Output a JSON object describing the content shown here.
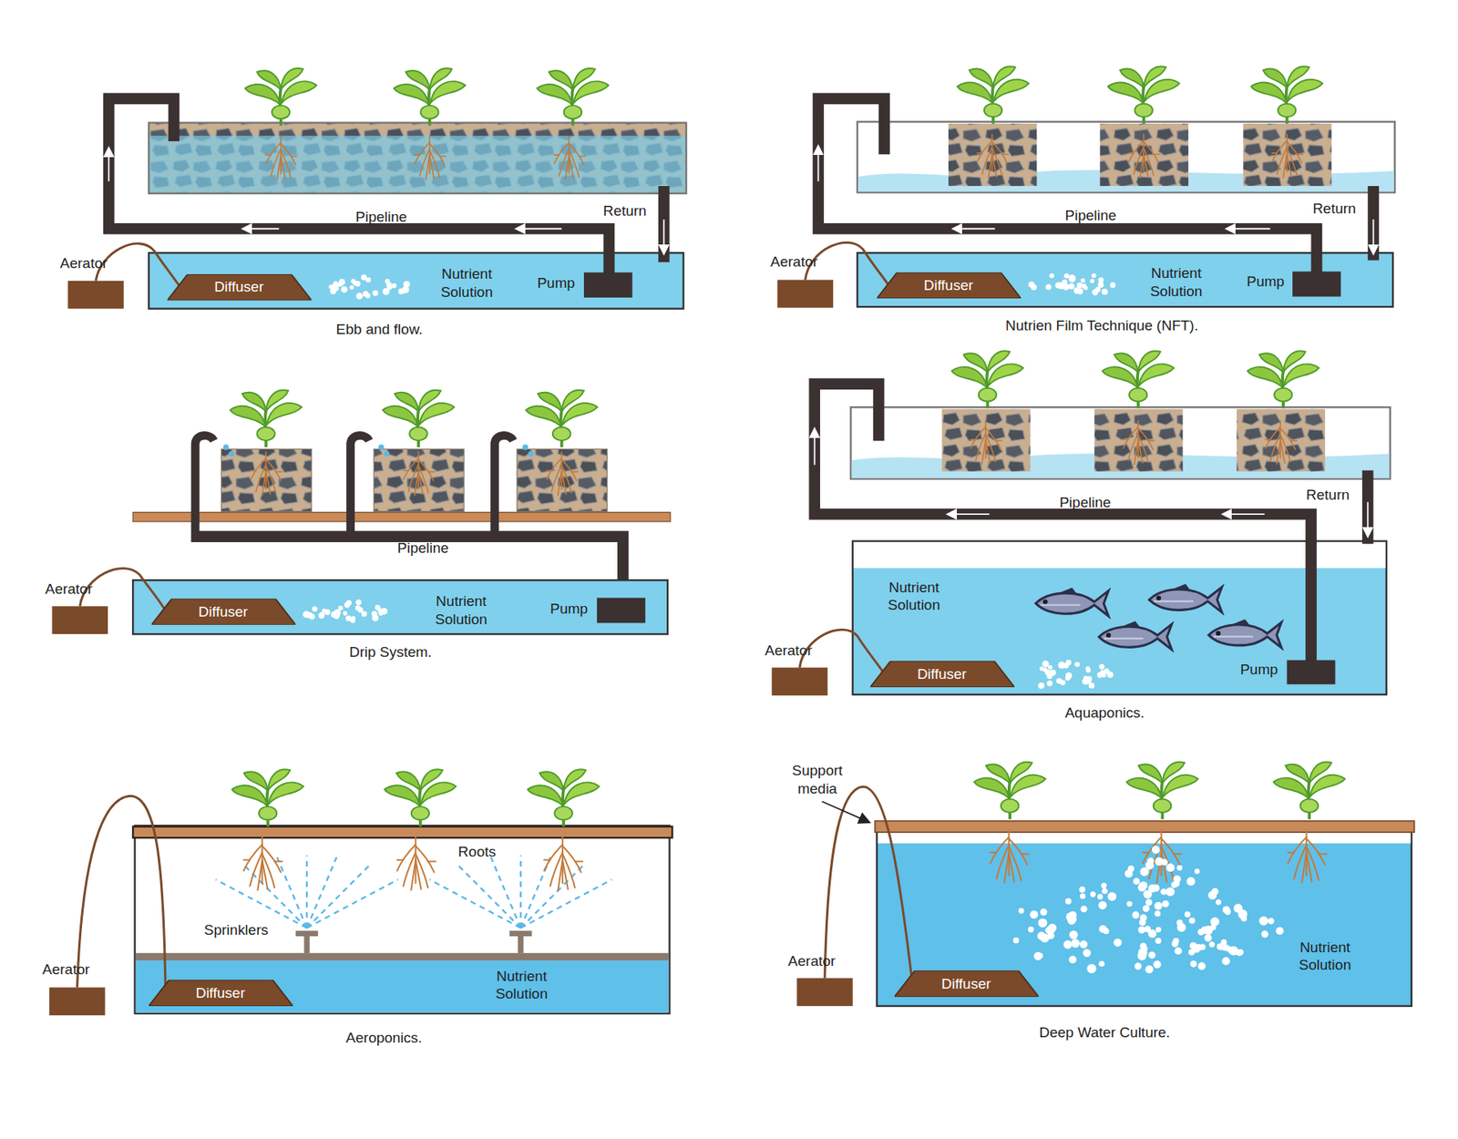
{
  "diagram": {
    "nodes": [
      {
        "text": [
          "Diffuser"
        ]
      },
      {
        "text": [
          "Diffuser"
        ]
      },
      {
        "text": [
          "Diffuser"
        ]
      },
      {
        "text": [
          "Diffuser"
        ]
      },
      {
        "text": [
          "Diffuser"
        ]
      },
      {
        "text": [
          "Diffuser"
        ]
      }
    ],
    "labels": [
      "Pipeline",
      "Return",
      "Aerator",
      "Nutrient Solution",
      "Pump",
      "Ebb and flow.",
      "Pipeline",
      "Return",
      "Aerator",
      "Nutrient Solution",
      "Pump",
      "Nutrien Film Technique (NFT).",
      "Pipeline",
      "Aerator",
      "Nutrient Solution",
      "Pump",
      "Drip System.",
      "Pipeline",
      "Return",
      "Nutrient Solution",
      "Aerator",
      "Pump",
      "Aquaponics.",
      "Roots",
      "Sprinklers",
      "Aerator",
      "Nutrient Solution",
      "Aeroponics.",
      "Support media",
      "Aerator",
      "Nutrient Solution",
      "Deep Water Culture."
    ]
  }
}
